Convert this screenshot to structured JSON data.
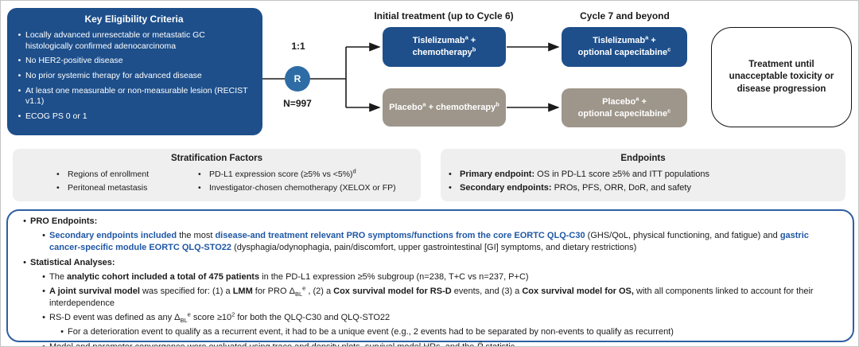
{
  "colors": {
    "dark_blue": "#1e4f8b",
    "circle_blue": "#2e6ca6",
    "warm_gray": "#9e968b",
    "panel_gray": "#efefef",
    "accent_blue_text": "#1f57a5",
    "bottom_border_blue": "#2e5fa3"
  },
  "eligibility": {
    "title": "Key Eligibility Criteria",
    "items": [
      "Locally advanced unresectable or metastatic GC histologically confirmed adenocarcinoma",
      "No HER2-positive disease",
      "No prior systemic therapy for advanced disease",
      "At least one measurable or non-measurable lesion (RECIST v1.1)",
      "ECOG PS 0 or 1"
    ]
  },
  "randomization": {
    "ratio": "1:1",
    "symbol": "R",
    "n_label": "N=997"
  },
  "column_headers": {
    "initial": "Initial treatment (up to Cycle 6)",
    "cycle7": "Cycle 7 and beyond"
  },
  "arms": {
    "initial_tislelizumab": [
      {
        "t": "Tislelizumab"
      },
      {
        "t": "a",
        "f": "sup"
      },
      {
        "t": " +"
      },
      {
        "br": true
      },
      {
        "t": "chemotherapy"
      },
      {
        "t": "b",
        "f": "sup"
      }
    ],
    "initial_placebo": [
      {
        "t": "Placebo"
      },
      {
        "t": "a",
        "f": "sup"
      },
      {
        "t": " + chemotherapy"
      },
      {
        "t": "b",
        "f": "sup"
      }
    ],
    "cycle7_tislelizumab": [
      {
        "t": "Tislelizumab"
      },
      {
        "t": "a",
        "f": "sup"
      },
      {
        "t": " +"
      },
      {
        "br": true
      },
      {
        "t": "optional capecitabine"
      },
      {
        "t": "c",
        "f": "sup"
      }
    ],
    "cycle7_placebo": [
      {
        "t": "Placebo"
      },
      {
        "t": "a",
        "f": "sup"
      },
      {
        "t": " +"
      },
      {
        "br": true
      },
      {
        "t": "optional capecitabine"
      },
      {
        "t": "c",
        "f": "sup"
      }
    ]
  },
  "outcome": {
    "text": "Treatment until unacceptable toxicity or disease progression"
  },
  "stratification": {
    "title": "Stratification Factors",
    "col1": [
      [
        {
          "t": "Regions of enrollment"
        }
      ],
      [
        {
          "t": "Peritoneal metastasis"
        }
      ]
    ],
    "col2": [
      [
        {
          "t": "PD-L1 expression score (≥5% vs <5%)"
        },
        {
          "t": "d",
          "f": "sup"
        }
      ],
      [
        {
          "t": "Investigator-chosen chemotherapy (XELOX or FP)"
        }
      ]
    ]
  },
  "endpoints": {
    "title": "Endpoints",
    "items": [
      [
        {
          "t": "Primary endpoint:",
          "f": "b"
        },
        {
          "t": " OS in PD-L1 score ≥5% and ITT populations"
        }
      ],
      [
        {
          "t": "Secondary endpoints:",
          "f": "b"
        },
        {
          "t": " PROs, PFS, ORR, DoR, and safety"
        }
      ]
    ]
  },
  "bottom": {
    "pro_header": [
      {
        "t": "PRO Endpoints:",
        "f": "b"
      }
    ],
    "pro_detail": [
      {
        "t": "Secondary endpoints included",
        "f": "b blue"
      },
      {
        "t": " the most "
      },
      {
        "t": "disease-and treatment relevant PRO symptoms/functions from the core EORTC QLQ-C30",
        "f": "b blue"
      },
      {
        "t": " (GHS/QoL, physical functioning, and fatigue) and "
      },
      {
        "t": "gastric cancer-specific module EORTC QLQ-STO22",
        "f": "b blue"
      },
      {
        "t": " (dysphagia/odynophagia, pain/discomfort, upper gastrointestinal [GI] symptoms, and dietary restrictions)"
      }
    ],
    "stat_header": [
      {
        "t": "Statistical Analyses:",
        "f": "b"
      }
    ],
    "stat_cohort": [
      {
        "t": "The "
      },
      {
        "t": "analytic cohort included a total of 475 patients",
        "f": "b"
      },
      {
        "t": " in the PD-L1 expression ≥5% subgroup (n=238, T+C vs n=237, P+C)"
      }
    ],
    "stat_joint": [
      {
        "t": "A joint survival model",
        "f": "b"
      },
      {
        "t": " was specified for: (1) a "
      },
      {
        "t": "LMM",
        "f": "b"
      },
      {
        "t": " for PRO Δ"
      },
      {
        "t": "BL",
        "f": "sub"
      },
      {
        "t": "e",
        "f": "sup"
      },
      {
        "t": " , (2) a "
      },
      {
        "t": "Cox survival model for RS-D",
        "f": "b"
      },
      {
        "t": " events, and (3) a "
      },
      {
        "t": "Cox survival model for OS,",
        "f": "b"
      },
      {
        "t": " with all components linked to account for their interdependence"
      }
    ],
    "stat_rsd": [
      {
        "t": "RS-D event was defined as any Δ"
      },
      {
        "t": "BL",
        "f": "sub"
      },
      {
        "t": "e",
        "f": "sup"
      },
      {
        "t": " score ≥10"
      },
      {
        "t": "2",
        "f": "sup"
      },
      {
        "t": " for both the QLQ-C30 and QLQ-STO22"
      }
    ],
    "stat_recurrent": [
      {
        "t": "For a deterioration event to qualify as a recurrent event, it had to be a unique event (e.g., 2 events had to be separated by non-events to qualify as recurrent)"
      }
    ],
    "stat_convergence": [
      {
        "t": "Model and parameter convergence were evaluated using trace and density plots, survival model HRs, and the "
      },
      {
        "t": "R̂",
        "f": "i"
      },
      {
        "t": " statistic"
      }
    ]
  }
}
